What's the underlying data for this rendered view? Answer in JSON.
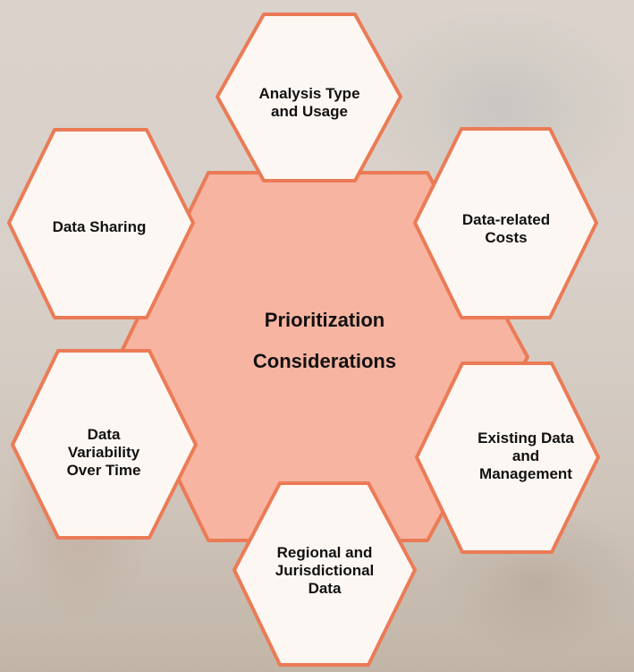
{
  "diagram": {
    "center_title": {
      "line1": "Prioritization",
      "line2": "Considerations"
    },
    "nodes": [
      {
        "id": "analysis",
        "label": "Analysis Type\nand Usage"
      },
      {
        "id": "data_related_costs",
        "label": "Data-related\nCosts"
      },
      {
        "id": "existing_data",
        "label": "Existing Data\nand\nManagement"
      },
      {
        "id": "regional",
        "label": "Regional and\nJurisdictional\nData"
      },
      {
        "id": "variability",
        "label": "Data\nVariability\nOver Time"
      },
      {
        "id": "data_sharing",
        "label": "Data Sharing"
      }
    ]
  },
  "colors": {
    "outer_fill": "#fdf7f3",
    "outer_stroke": "#eb7b56",
    "center_fill": "#f7b4a0",
    "center_stroke": "#eb7b56",
    "text": "#111111"
  }
}
